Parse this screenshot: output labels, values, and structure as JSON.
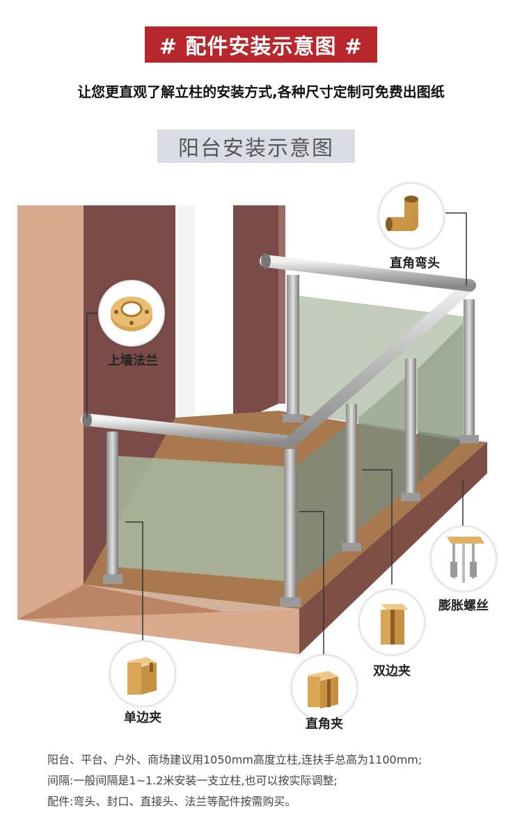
{
  "header": {
    "title": "# 配件安装示意图 #",
    "subtitle": "让您更直观了解立柱的安装方式,各种尺寸定制可免费出图纸",
    "section_label": "阳台安装示意图"
  },
  "parts": [
    {
      "id": "elbow",
      "label": "直角弯头",
      "icon": "elbow-pipe-icon"
    },
    {
      "id": "wall-flange",
      "label": "上墙法兰",
      "icon": "flange-icon"
    },
    {
      "id": "expansion-bolt",
      "label": "膨胀螺丝",
      "icon": "bolt-icon"
    },
    {
      "id": "double-clamp",
      "label": "双边夹",
      "icon": "double-clamp-icon"
    },
    {
      "id": "corner-clamp",
      "label": "直角夹",
      "icon": "corner-clamp-icon"
    },
    {
      "id": "single-clamp",
      "label": "单边夹",
      "icon": "single-clamp-icon"
    }
  ],
  "notes": [
    "阳台、平台、户外、商场建议用1050mm高度立柱,连扶手总高为1100mm;",
    "间隔:一般间隔是1~1.2米安装一支立柱,也可以按实际调整;",
    "配件:弯头、封口、直接头、法兰等配件按需购买。"
  ],
  "colors": {
    "banner": "#b8272c",
    "wall": "#d9a98e",
    "pillar": "#7a4b48",
    "floor": "#a8794f",
    "glass": "#a9b8a0",
    "brass": "#d9a658"
  }
}
